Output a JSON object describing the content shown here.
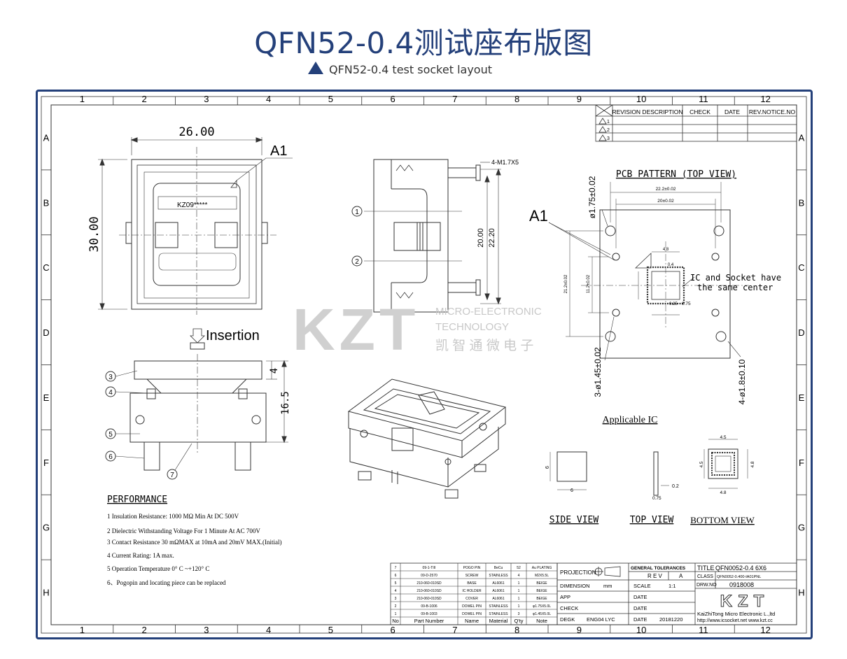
{
  "header": {
    "title": "QFN52-0.4测试座布版图",
    "subtitle": "QFN52-0.4 test socket layout"
  },
  "grid": {
    "columns": [
      "1",
      "2",
      "3",
      "4",
      "5",
      "6",
      "7",
      "8",
      "9",
      "10",
      "11",
      "12"
    ],
    "rows": [
      "A",
      "B",
      "C",
      "D",
      "E",
      "F",
      "G",
      "H"
    ]
  },
  "revision_table": {
    "headers": [
      "REVISION DESCRIPTION",
      "CHECK",
      "DATE",
      "REV.NOTICE.NO"
    ],
    "rows": [
      "1",
      "2",
      "3"
    ]
  },
  "top_view": {
    "width_dim": "26.00",
    "height_dim": "30.00",
    "label_a1": "A1",
    "chip_text": "KZ09*****"
  },
  "side_section": {
    "screw_label": "4-M1.7X5",
    "dim_20": "20.00",
    "dim_22": "22.20",
    "balloon_1": "1",
    "balloon_2": "2"
  },
  "front_view": {
    "insertion": "Insertion",
    "dim_4": "4",
    "dim_165": "16.5",
    "balloons": [
      "3",
      "4",
      "5",
      "6",
      "7"
    ]
  },
  "pcb_pattern": {
    "title": "PCB PATTERN  (TOP VIEW)",
    "label_a1": "A1",
    "dim_222": "22.2±0.02",
    "dim_20": "20±0.02",
    "dim_48": "4.8",
    "dim_04": "0.4",
    "dim_212": "21.2±0.02",
    "dim_112": "11.2±0.02",
    "dim_075": "0.75",
    "dim_025": "0.25",
    "hole_175": "ø1.75±0.02",
    "hole_145": "3-ø1.45±0.02",
    "hole_18": "4-ø1.8±0.10",
    "center_note_1": "IC and Socket have",
    "center_note_2": "the same center"
  },
  "watermark": {
    "logo": "KZT",
    "en_1": "MICRO-ELECTRONIC",
    "en_2": "TECHNOLOGY",
    "cn": "凯 智 通 微 电 子"
  },
  "applicable_ic": {
    "title": "Applicable IC",
    "side_view": "SIDE VIEW",
    "top_view": "TOP VIEW",
    "bottom_view": "BOTTOM VIEW",
    "dim_6": "6",
    "dim_02": "0.2",
    "dim_075": "0.75",
    "dim_45": "4.5",
    "dim_48": "4.8"
  },
  "performance": {
    "title": "PERFORMANCE",
    "items": [
      "1  Insulation Resistance: 1000     MΩ Min At DC 500V",
      "2  Dielectric Withstanding Voltage For 1 Minute At AC 700V",
      "3  Contact Resistance 30      mΩMAX    at 10mA and 20mV MAX.(Initial)",
      "4  Current Rating: 1A max.",
      "5  Operation Temperature 0° C ~+120° C",
      "6、Pogopin and locating piece can be replaced"
    ]
  },
  "bom": {
    "header": [
      "No",
      "Part Number",
      "Name",
      "Material",
      "Q'ty",
      "Note"
    ],
    "rows": [
      [
        "7",
        "09-1-TIII",
        "POGO PIN",
        "BeCu",
        "52",
        "Au PLATING"
      ],
      [
        "6",
        "09-D-2570",
        "SCREW",
        "STAINLESS",
        "4",
        "M2X5.5L"
      ],
      [
        "5",
        "210-060-010SD",
        "BASE",
        "AL6061",
        "1",
        "BEIGE"
      ],
      [
        "4",
        "210-060-010SD",
        "IC HOLDER",
        "AL6061",
        "1",
        "BEIGE"
      ],
      [
        "3",
        "210-060-010SD",
        "COVER",
        "AL6061",
        "1",
        "BEIGE"
      ],
      [
        "2",
        "09-B-1006",
        "DOWEL PIN",
        "STAINLESS",
        "1",
        "φ1.75X5.0L"
      ],
      [
        "1",
        "09-B-1003",
        "DOWEL PIN",
        "STAINLESS",
        "3",
        "φ1.45X5.0L"
      ]
    ]
  },
  "title_block": {
    "projection": "PROJECTION",
    "general_tolerances": "GENERAL TOLERANCES",
    "rev_label": "R E V",
    "rev_value": "A",
    "dimension": "DIMENSION",
    "unit": "mm",
    "scale_label": "SCALE",
    "scale_value": "1:1",
    "app": "APP",
    "check": "CHECK",
    "degk": "DEGK",
    "degk_value": "ENG04 LYC",
    "date": "DATE",
    "date_value": "20181220",
    "title_label": "TITLE",
    "title_value": "QFN0052-0.4 6X6",
    "class_label": "CLASS",
    "class_value": "QFN0052-0.400-IA01PNL",
    "drw_label": "DRW.NO",
    "drw_value": "0918008",
    "company_logo": "KZT",
    "company": "KaiZhiTong Micro Electronic L.,ltd",
    "url": "http://www.icsocket.net www.kzt.cc"
  }
}
